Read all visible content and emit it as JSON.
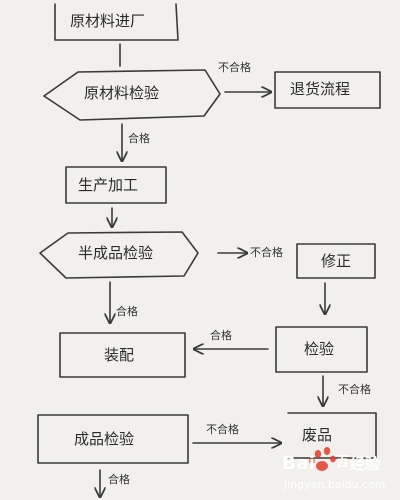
{
  "nodes": {
    "raw_material_in": "原材料进厂",
    "raw_material_inspect": "原材料检验",
    "return_process": "退货流程",
    "production": "生产加工",
    "semi_inspect": "半成品检验",
    "repair": "修正",
    "assembly": "装配",
    "recheck": "检验",
    "finished_inspect": "成品检验",
    "scrap": "废品"
  },
  "edge_labels": {
    "raw_fail": "不合格",
    "raw_pass": "合格",
    "semi_fail": "不合格",
    "semi_pass": "合格",
    "recheck_pass": "合格",
    "recheck_fail": "不合格",
    "finished_fail": "不合格",
    "finished_pass": "合格"
  },
  "watermark": {
    "brand": "Bai",
    "brand_suffix": "百",
    "name": "经验",
    "url": "jingyan.baidu.com"
  },
  "colors": {
    "paper": "#f1f0ed",
    "ink": "#3a3a3a",
    "watermark": "#ffffff",
    "paw": "#e23b2e"
  }
}
